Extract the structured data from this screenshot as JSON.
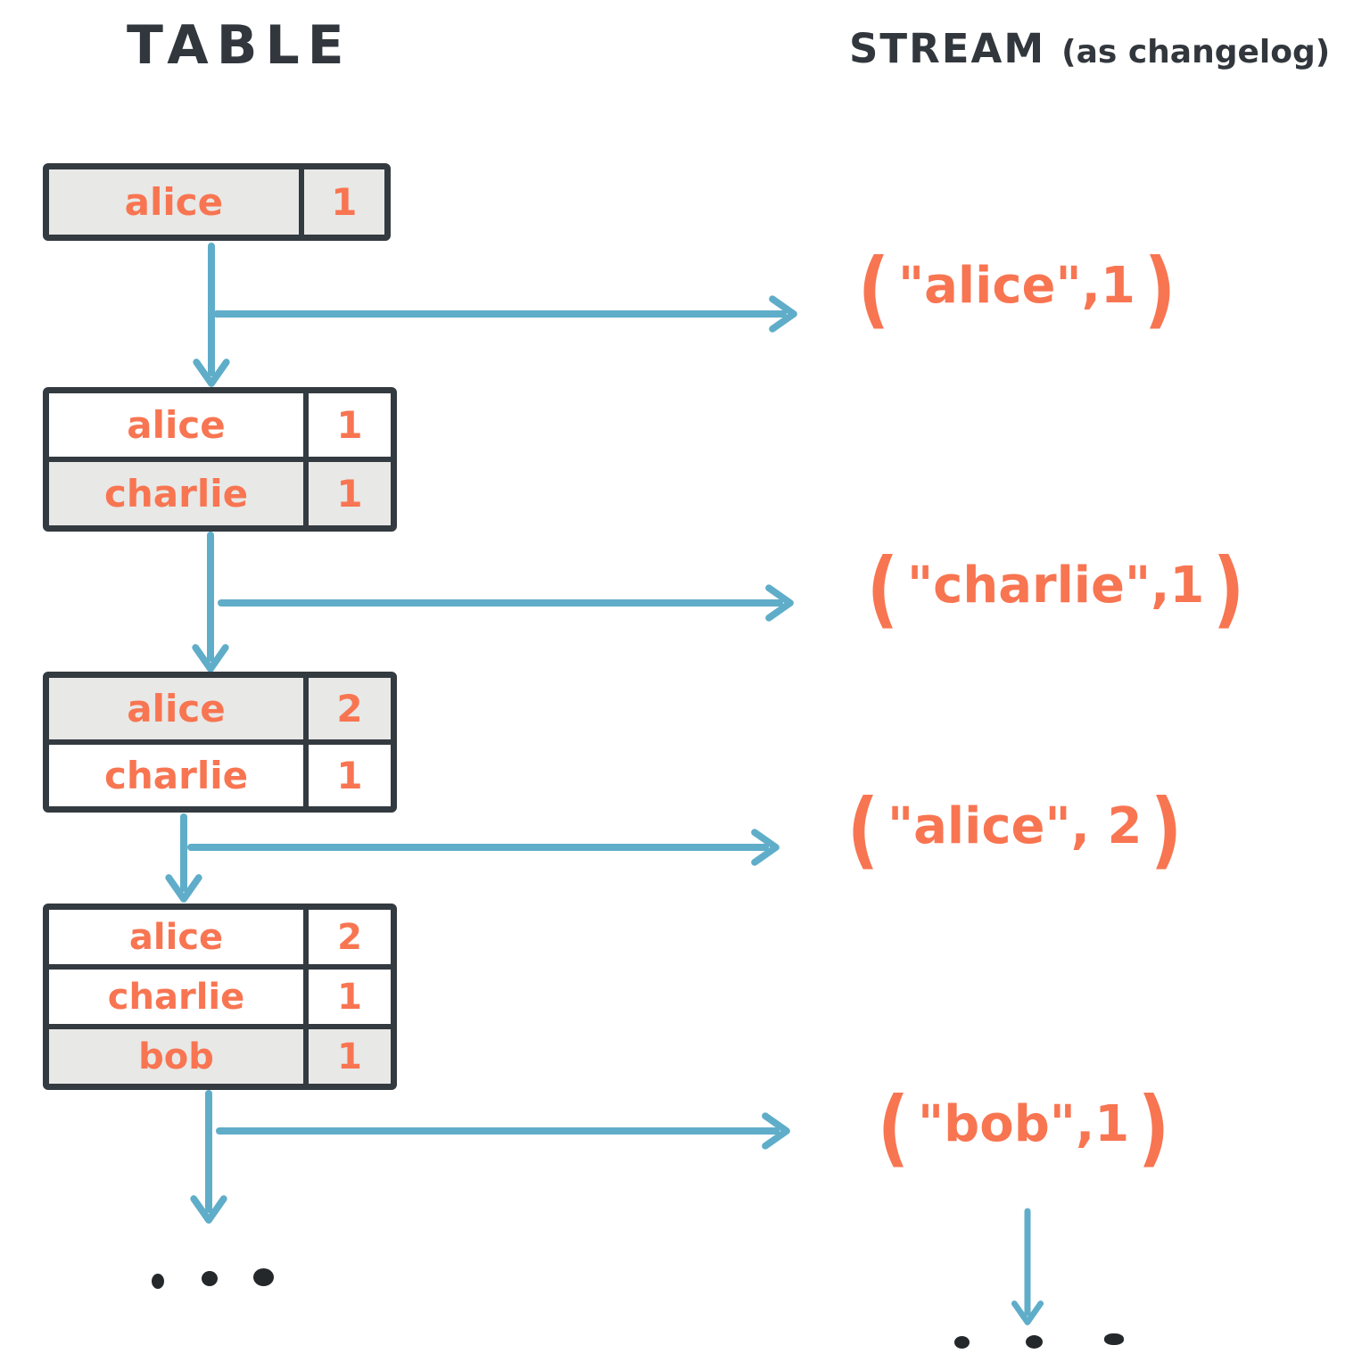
{
  "headers": {
    "table_title": "TABLE",
    "stream_title": "STREAM",
    "stream_suffix": "(as changelog)"
  },
  "colors": {
    "ink": "#31373c",
    "accent_orange": "#f87552",
    "arrow_blue": "#5fadc9",
    "row_highlight_fill": "#e8e8e6",
    "row_plain_fill": "#ffffff"
  },
  "tables": [
    {
      "rows": [
        {
          "name": "alice",
          "value": "1",
          "highlighted": true
        }
      ]
    },
    {
      "rows": [
        {
          "name": "alice",
          "value": "1",
          "highlighted": false
        },
        {
          "name": "charlie",
          "value": "1",
          "highlighted": true
        }
      ]
    },
    {
      "rows": [
        {
          "name": "alice",
          "value": "2",
          "highlighted": true
        },
        {
          "name": "charlie",
          "value": "1",
          "highlighted": false
        }
      ]
    },
    {
      "rows": [
        {
          "name": "alice",
          "value": "2",
          "highlighted": false
        },
        {
          "name": "charlie",
          "value": "1",
          "highlighted": false
        },
        {
          "name": "bob",
          "value": "1",
          "highlighted": true
        }
      ]
    }
  ],
  "stream_records": [
    {
      "open": "(",
      "body": "\"alice\",1",
      "close": ")"
    },
    {
      "open": "(",
      "body": "\"charlie\",1",
      "close": ")"
    },
    {
      "open": "(",
      "body": "\"alice\", 2",
      "close": ")"
    },
    {
      "open": "(",
      "body": "\"bob\",1",
      "close": ")"
    }
  ],
  "ellipsis": {
    "table_continuation": "...",
    "stream_continuation": "..."
  }
}
